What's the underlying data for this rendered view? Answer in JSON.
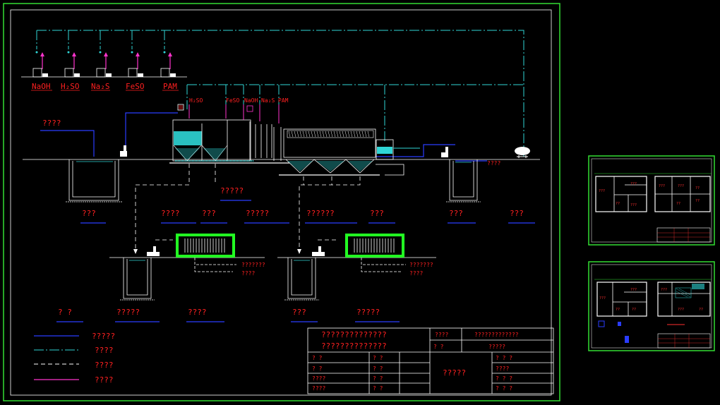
{
  "colors": {
    "background": "#000000",
    "frame": "#33dd33",
    "cyan_line": "#2fd6d6",
    "blue_line": "#2a3cff",
    "text": "#ff2020",
    "magenta": "#ff33cc",
    "green_press": "#22ff22"
  },
  "dosing_chemicals": [
    "NaOH",
    "H₂SO",
    "Na₂S",
    "FeSO",
    "PAM"
  ],
  "tank_chem_labels": [
    "H₂SO",
    "FeSO",
    "NaOH",
    "Na₂S",
    "PAM"
  ],
  "inflow_label": "????",
  "outflow_label": "????",
  "upper_labels": [
    "?????",
    "???",
    "????",
    "???",
    "?????",
    "??????",
    "???",
    "???",
    "???"
  ],
  "press_outputs": {
    "left": [
      "???????",
      "????"
    ],
    "right": [
      "???????",
      "????"
    ]
  },
  "lower_labels": [
    "?  ?",
    "?????",
    "????",
    "???",
    "?????"
  ],
  "legend": [
    {
      "label": "?????",
      "line": "solid-blue"
    },
    {
      "label": "????",
      "line": "dash-dot-cyan"
    },
    {
      "label": "????",
      "line": "dashed-white"
    },
    {
      "label": "????",
      "line": "solid-magenta"
    }
  ],
  "title_block": {
    "project_line1": "??????????????",
    "project_line2": "??????????????",
    "field_a": "????",
    "field_a_value": "?????????????",
    "field_b": "?   ?",
    "field_b_value": "?????",
    "rows_left": [
      [
        "?  ?",
        "?  ?"
      ],
      [
        "?  ?",
        "?  ?"
      ],
      [
        "????",
        "?  ?"
      ],
      [
        "????",
        "?  ?"
      ]
    ],
    "drawing_name": "?????",
    "rows_right": [
      "?  ?  ?",
      "????",
      "?  ?  ?",
      "?  ?  ?"
    ]
  },
  "thumbnails": {
    "top_rooms": [
      "???",
      "???",
      "??",
      "???",
      "???",
      "???",
      "??",
      "??",
      "??"
    ],
    "bottom_rooms": [
      "???",
      "???",
      "??",
      "??",
      "???",
      "???",
      "??"
    ]
  }
}
